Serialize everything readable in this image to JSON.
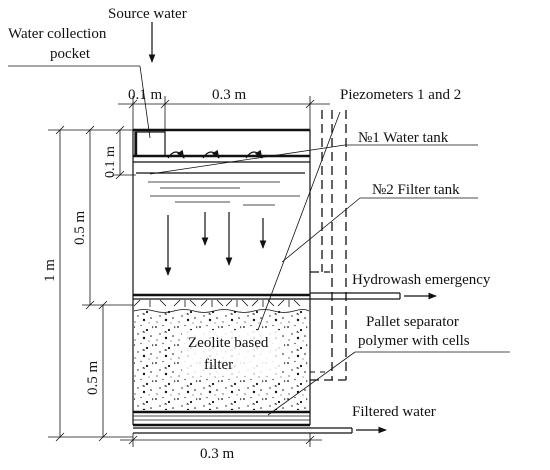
{
  "labels": {
    "source_water": "Source water",
    "collection_pocket_line1": "Water collection",
    "collection_pocket_line2": "pocket",
    "dim_pocket_width": "0.1 m",
    "dim_tank_width_top": "0.3 m",
    "piezometers": "Piezometers 1 and 2",
    "water_tank": "№1 Water tank",
    "filter_tank": "№2 Filter tank",
    "hydrowash": "Hydrowash emergency",
    "pallet_line1": "Pallet separator",
    "pallet_line2": "polymer with cells",
    "zeolite_line1": "Zeolite based",
    "zeolite_line2": "filter",
    "filtered_water": "Filtered water",
    "dim_tank_width_bottom": "0.3 m",
    "dim_total_height": "1 m",
    "dim_upper_height": "0.5 m",
    "dim_lower_height": "0.5 m",
    "dim_pocket_height": "0.1 m"
  }
}
